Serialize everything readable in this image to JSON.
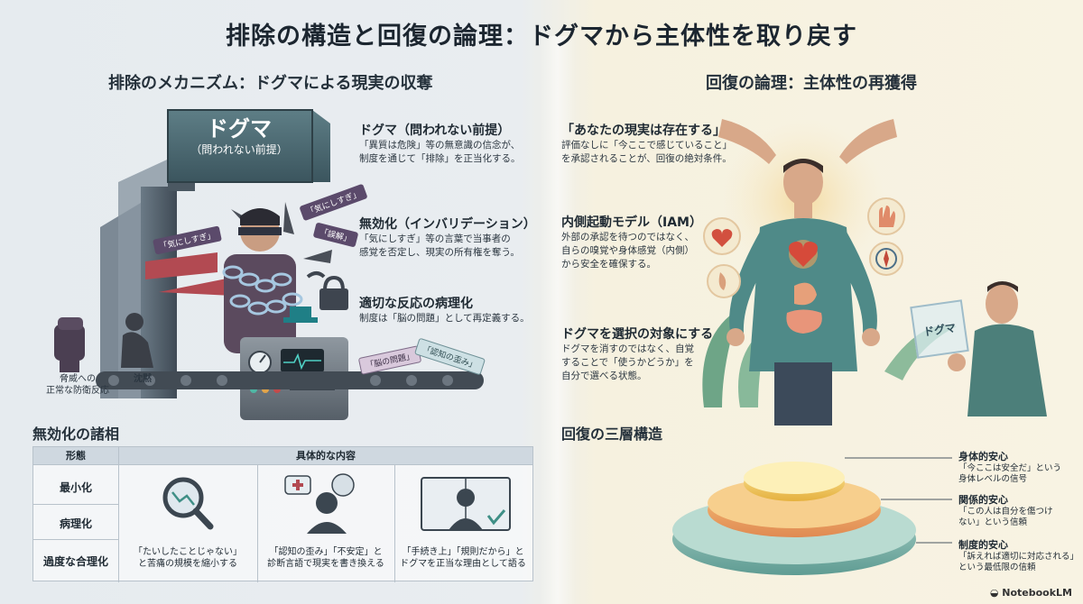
{
  "title": "排除の構造と回復の論理：ドグマから主体性を取り戻す",
  "left": {
    "section_title": "排除のメカニズム：ドグマによる現実の収奪",
    "sign": {
      "title": "ドグマ",
      "subtitle": "（問われない前提）"
    },
    "tags": {
      "a": "「気にしすぎ」",
      "b": "「気にしすぎ」",
      "c": "「誤解」",
      "d": "「脳の問題」",
      "e": "「認知の歪み」"
    },
    "items": [
      {
        "title": "ドグマ（問われない前提）",
        "lines": [
          "「異質は危険」等の無意識の信念が、",
          "制度を通じて「排除」を正当化する。"
        ]
      },
      {
        "title": "無効化（インバリデーション）",
        "lines": [
          "「気にしすぎ」等の言葉で当事者の",
          "感覚を否定し、現実の所有権を奪う。"
        ]
      },
      {
        "title": "適切な反応の病理化",
        "lines": [
          "制度は「脳の問題」として再定義する。"
        ]
      }
    ],
    "fist_label": [
      "脅威への",
      "正常な防衛反応"
    ],
    "silence_label": "沈黙",
    "invalidation": {
      "title": "無効化の諸相",
      "headers": [
        "形態",
        "具体的な内容"
      ],
      "rows": [
        "最小化",
        "病理化",
        "過度な合理化"
      ],
      "cells": [
        {
          "icon": "magnifier-icon",
          "lines": [
            "「たいしたことじゃない」",
            "と苦痛の規模を縮小する"
          ]
        },
        {
          "icon": "thinking-person-icon",
          "lines": [
            "「認知の歪み」「不安定」と",
            "診断言語で現実を書き換える"
          ]
        },
        {
          "icon": "rulebook-person-icon",
          "lines": [
            "「手続き上」「規則だから」と",
            "ドグマを正当な理由として語る"
          ]
        }
      ]
    }
  },
  "right": {
    "section_title": "回復の論理：主体性の再獲得",
    "items": [
      {
        "title": "「あなたの現実は存在する」",
        "lines": [
          "評価なしに「今ここで感じていること」",
          "を承認されることが、回復の絶対条件。"
        ]
      },
      {
        "title": "内側起動モデル（IAM）",
        "lines": [
          "外部の承認を待つのではなく、",
          "自らの嗅覚や身体感覚（内側）",
          "から安全を確保する。"
        ]
      },
      {
        "title": "ドグマを選択の対象にする",
        "lines": [
          "ドグマを消すのではなく、自覚",
          "することで「使うかどうか」を",
          "自分で選べる状態。"
        ]
      }
    ],
    "cube_label": "ドグマ",
    "three_layers": {
      "title": "回復の三層構造",
      "layers": [
        {
          "name": "身体的安心",
          "lines": [
            "「今ここは安全だ」という",
            "身体レベルの信号"
          ]
        },
        {
          "name": "関係的安心",
          "lines": [
            "「この人は自分を傷つけ",
            "ない」という信頼"
          ]
        },
        {
          "name": "制度的安心",
          "lines": [
            "「訴えれば適切に対応される」",
            "という最低限の信頼"
          ]
        }
      ]
    }
  },
  "logo": "NotebookLM",
  "colors": {
    "accent_teal": "#3f8f86",
    "dark_slate": "#3d4650",
    "gold": "#e8b54a",
    "coral": "#e98a5a"
  }
}
